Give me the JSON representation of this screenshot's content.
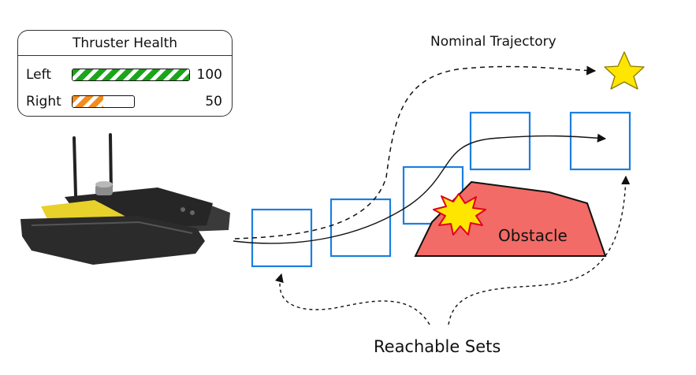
{
  "panel": {
    "title": "Thruster Health",
    "rows": [
      {
        "label": "Left",
        "value": "100",
        "level": 1.0,
        "color": "#1aa51a"
      },
      {
        "label": "Right",
        "value": "50",
        "level": 0.5,
        "color": "#f28c1e"
      }
    ]
  },
  "labels": {
    "nominal_trajectory": "Nominal Trajectory",
    "obstacle": "Obstacle",
    "reachable_sets": "Reachable Sets"
  },
  "colors": {
    "reachable_box": "#1a7fe0",
    "obstacle_fill": "#f26b66",
    "goal_star": "#ffe600",
    "boat_hull": "#2b2b2b",
    "boat_deck": "#e7d12a"
  },
  "icons": {
    "goal": "star-icon",
    "collision": "collision-burst-icon",
    "vehicle": "catamaran-usv"
  }
}
